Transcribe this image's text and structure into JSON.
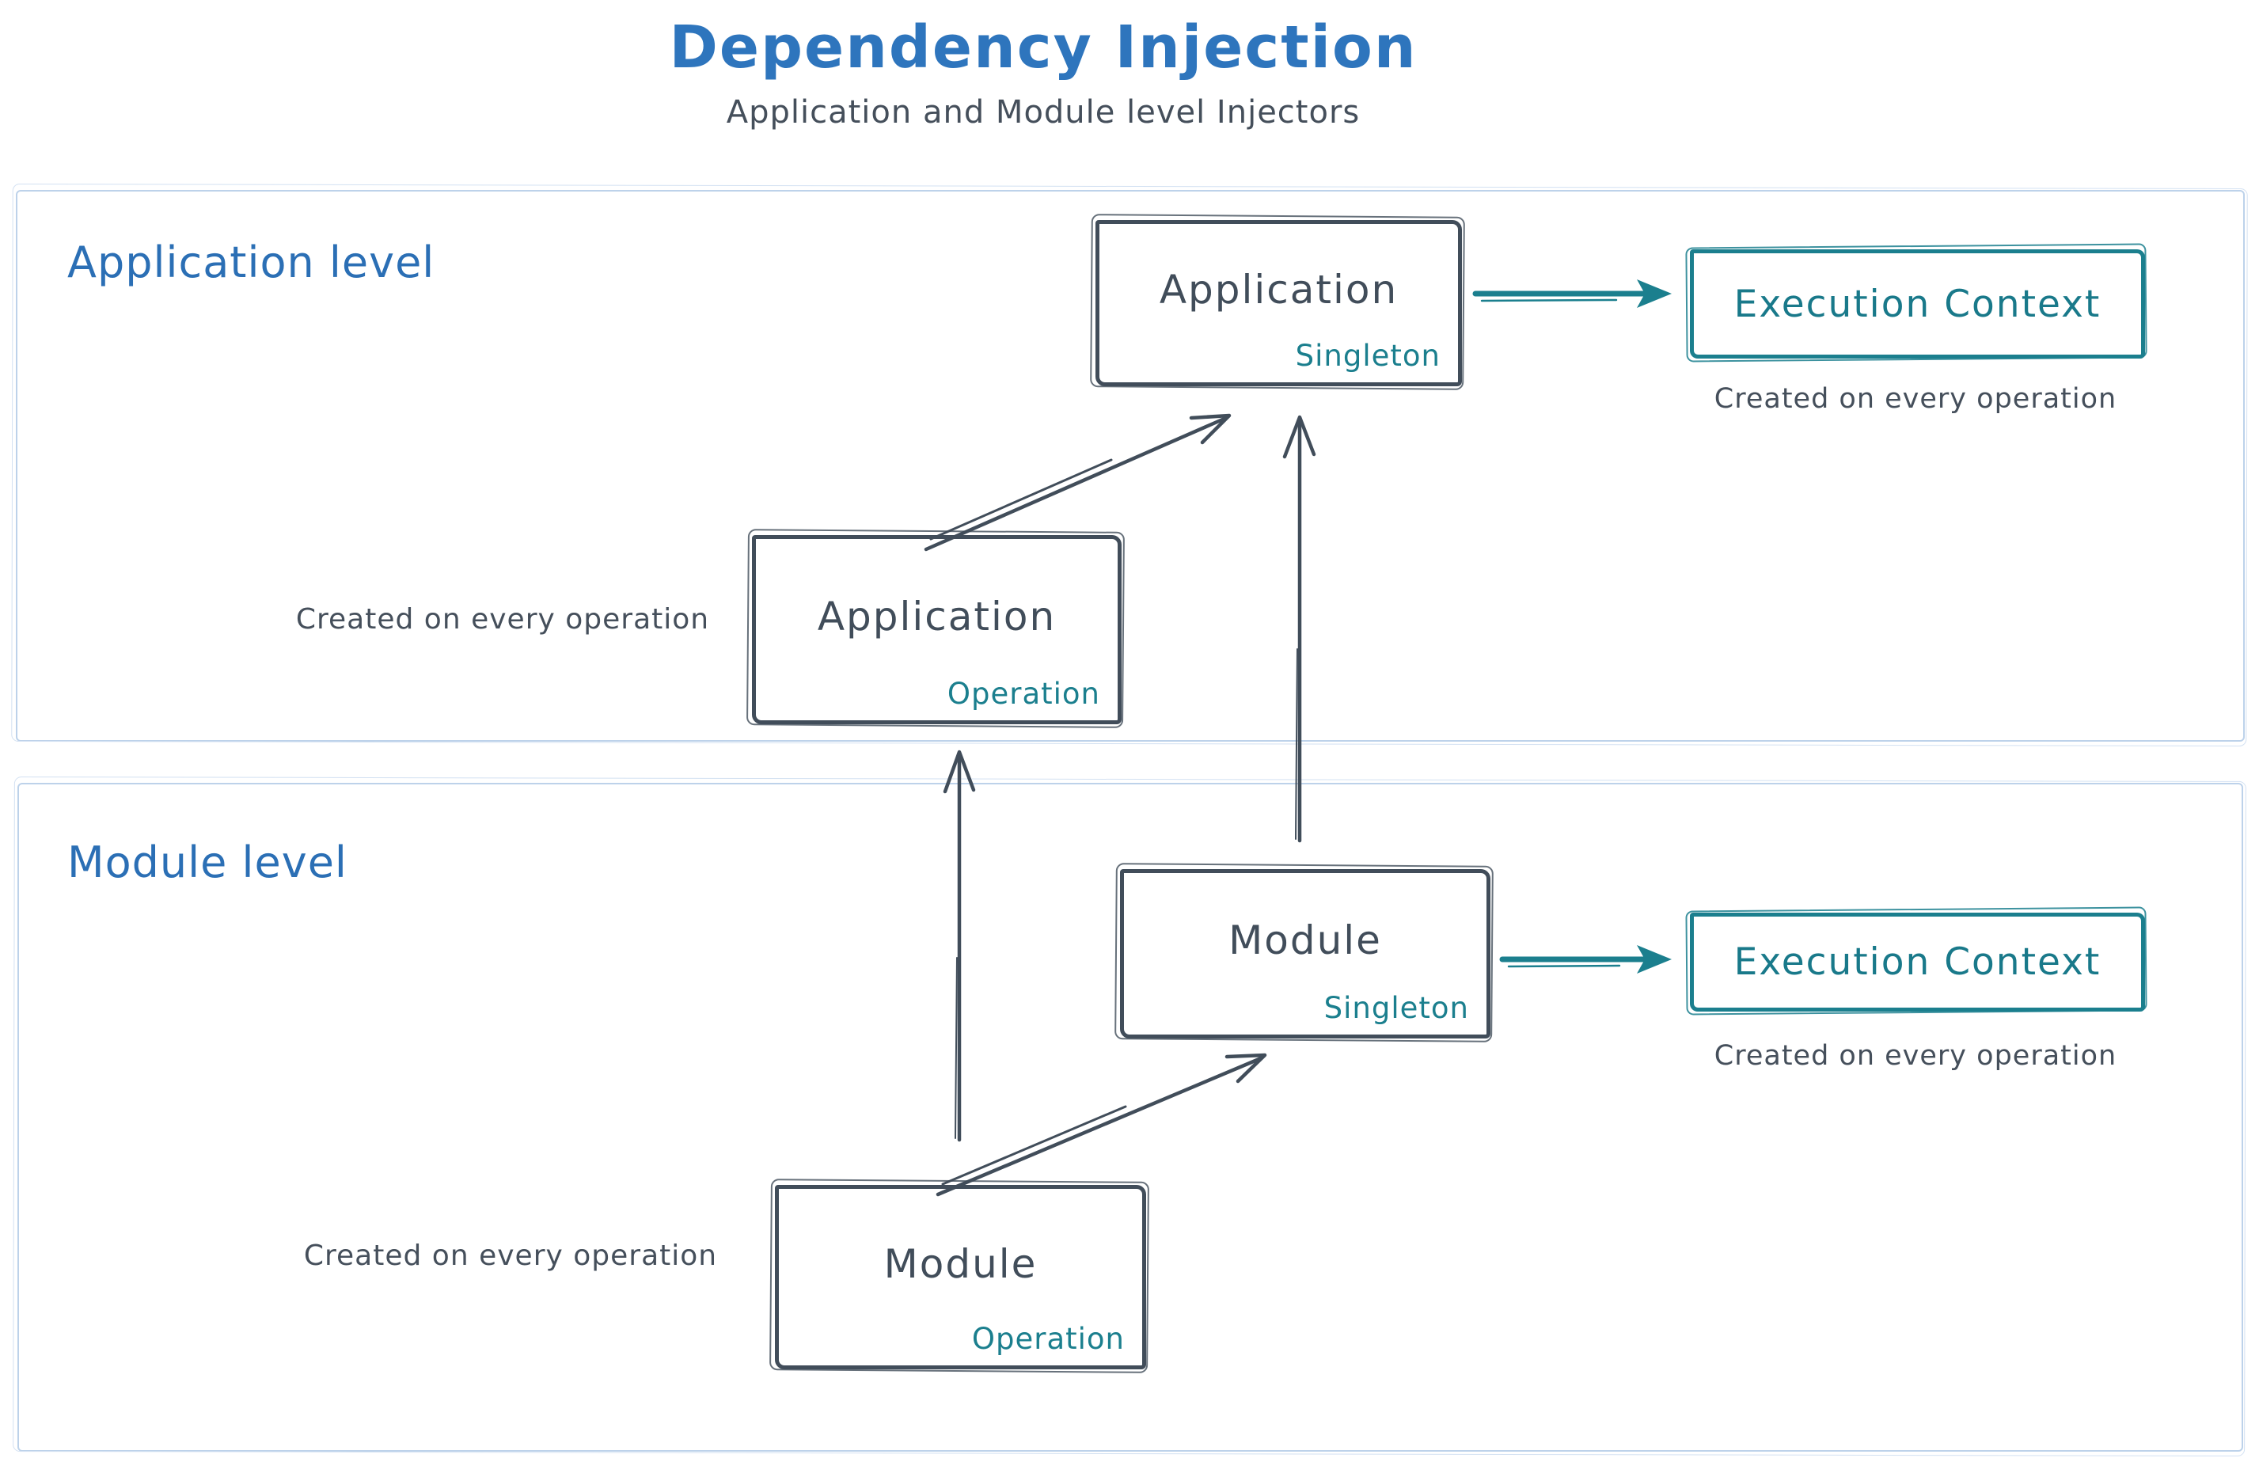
{
  "header": {
    "title": "Dependency Injection",
    "subtitle": "Application and Module level Injectors"
  },
  "colors": {
    "title_blue": "#2e75bd",
    "box_slate": "#414d5a",
    "scope_teal": "#1b7f8e",
    "caption_gray": "#454f5b",
    "frame_light_blue": "#bdd2ea"
  },
  "application_level": {
    "label": "Application level",
    "singleton_box": {
      "name": "Application",
      "scope": "Singleton"
    },
    "operation_box": {
      "name": "Application",
      "scope": "Operation"
    },
    "operation_caption": "Created on every operation",
    "execution_box": {
      "name": "Execution Context"
    },
    "execution_caption": "Created on every operation"
  },
  "module_level": {
    "label": "Module level",
    "singleton_box": {
      "name": "Module",
      "scope": "Singleton"
    },
    "operation_box": {
      "name": "Module",
      "scope": "Operation"
    },
    "operation_caption": "Created on every operation",
    "execution_box": {
      "name": "Execution Context"
    },
    "execution_caption": "Created on every operation"
  }
}
